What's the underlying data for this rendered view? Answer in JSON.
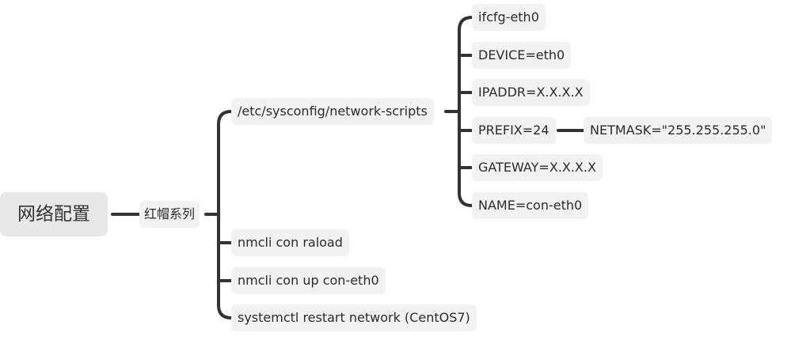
{
  "mindmap": {
    "root": "网络配置",
    "branch": "红帽系列",
    "scripts_dir": "/etc/sysconfig/network-scripts",
    "scripts": [
      "ifcfg-eth0",
      "DEVICE=eth0",
      "IPADDR=X.X.X.X",
      "PREFIX=24",
      "GATEWAY=X.X.X.X",
      "NAME=con-eth0"
    ],
    "prefix_child": "NETMASK=\"255.255.255.0\"",
    "commands": [
      "nmcli con raload",
      "nmcli con up  con-eth0",
      "systemctl restart network (CentOS7)"
    ]
  },
  "colors": {
    "line": "#333333",
    "node_bg": "#f2f2f2",
    "root_bg": "#e8e8e8"
  }
}
